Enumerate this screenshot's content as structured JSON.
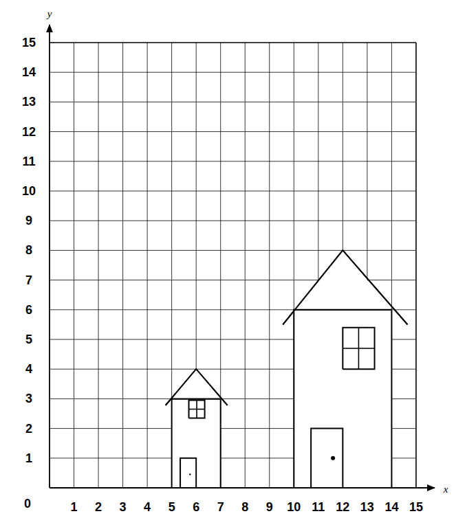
{
  "diagram": {
    "labels": [
      "y",
      "15",
      "14",
      "13",
      "12",
      "11",
      "10",
      "9",
      "8",
      "7",
      "6",
      "5",
      "4",
      "3",
      "2",
      "1",
      "0",
      "1",
      "2",
      "3",
      "4",
      "5",
      "6",
      "7",
      "8",
      "9",
      "10",
      "11",
      "12",
      "13",
      "14",
      "15",
      "x"
    ]
  }
}
